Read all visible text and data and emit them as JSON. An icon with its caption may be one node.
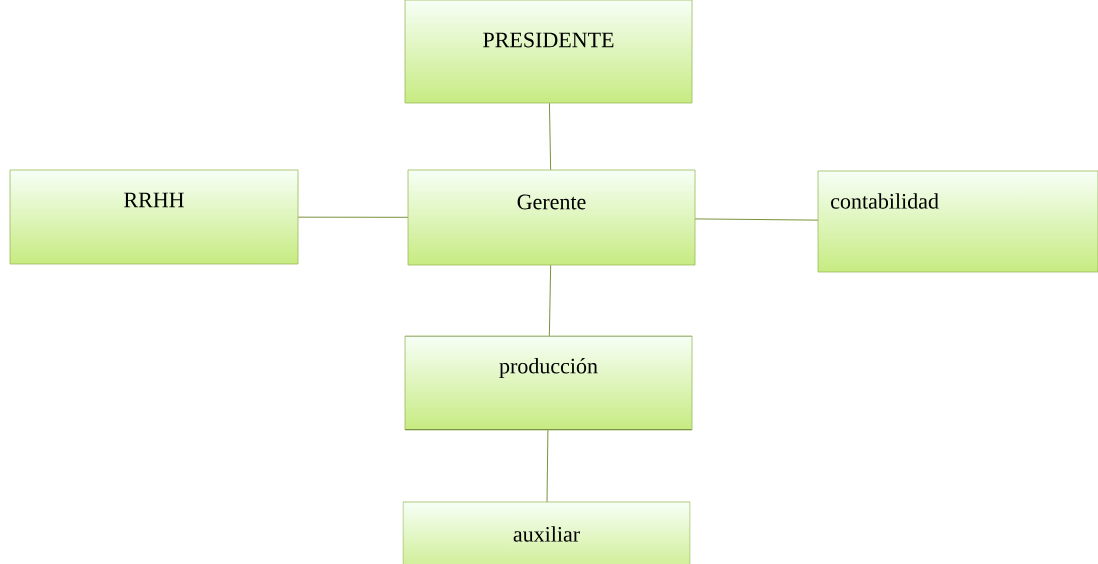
{
  "diagram": {
    "nodes": [
      {
        "text": [
          "PRESIDENTE"
        ]
      },
      {
        "text": [
          "RRHH"
        ]
      },
      {
        "text": [
          "Gerente"
        ]
      },
      {
        "text": [
          "contabilidad"
        ]
      },
      {
        "text": [
          "producción"
        ]
      },
      {
        "text": [
          "auxiliar"
        ]
      }
    ],
    "edges": [
      {
        "from": 0,
        "to": 2,
        "arrow": "none"
      },
      {
        "from": 1,
        "to": 2,
        "arrow": "none"
      },
      {
        "from": 2,
        "to": 3,
        "arrow": "none"
      },
      {
        "from": 2,
        "to": 4,
        "arrow": "none"
      },
      {
        "from": 4,
        "to": 5,
        "arrow": "none"
      }
    ]
  }
}
